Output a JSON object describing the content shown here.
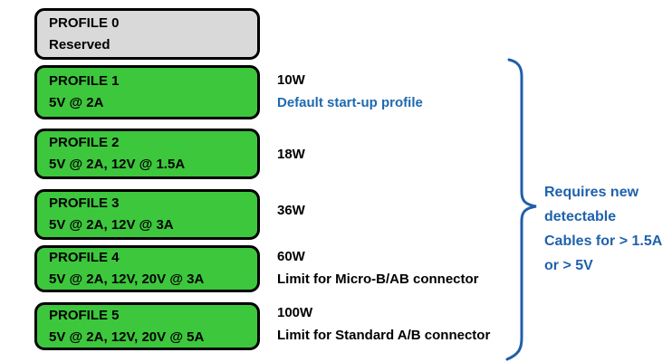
{
  "title": "USB power delivery profiles diagram",
  "colors": {
    "profile_green": "#3dc73d",
    "reserved_gray": "#d9d9d9",
    "box_border": "#000000",
    "blue_text": "#1e6ab0",
    "brace_blue": "#1f5fa8",
    "background": "#ffffff"
  },
  "profiles": [
    {
      "title": "PROFILE 0",
      "subtitle": "Reserved"
    },
    {
      "title": "PROFILE 1",
      "subtitle": "5V @ 2A"
    },
    {
      "title": "PROFILE 2",
      "subtitle": "5V @ 2A, 12V @ 1.5A"
    },
    {
      "title": "PROFILE 3",
      "subtitle": "5V @ 2A, 12V @ 3A"
    },
    {
      "title": "PROFILE 4",
      "subtitle": "5V @ 2A, 12V, 20V @ 3A"
    },
    {
      "title": "PROFILE 5",
      "subtitle": "5V @ 2A, 12V, 20V @ 5A"
    }
  ],
  "annotations": [
    {
      "power": "10W",
      "note": "Default start-up profile"
    },
    {
      "power": "18W",
      "note": ""
    },
    {
      "power": "36W",
      "note": ""
    },
    {
      "power": "60W",
      "note": "Limit for Micro-B/AB connector"
    },
    {
      "power": "100W",
      "note": "Limit for Standard A/B connector"
    }
  ],
  "brace_note": {
    "lines": [
      "Requires new",
      "detectable",
      "Cables for > 1.5A",
      "or > 5V"
    ]
  }
}
